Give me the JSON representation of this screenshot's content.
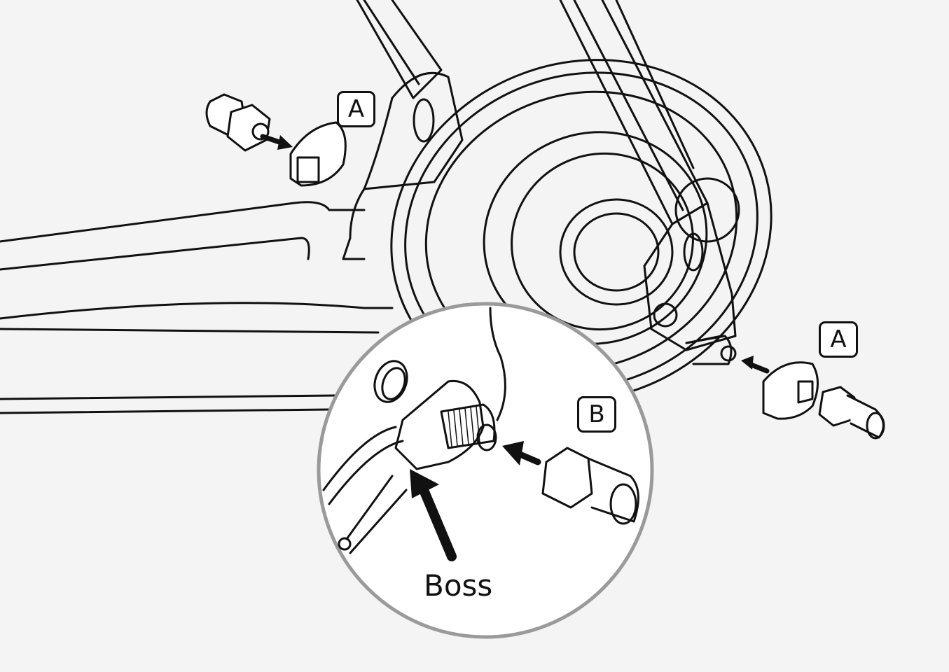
{
  "diagram": {
    "subject": "Bicycle rear hub axle fixing — non-turn washers and hub nuts",
    "background_color": "#f4f4f4",
    "line_color": "#111111",
    "magnifier_border_color": "#9a9a9a",
    "labels": {
      "a_left": "A",
      "a_right": "A",
      "b": "B",
      "boss": "Boss"
    },
    "parts": [
      {
        "id": "left-hub-nut",
        "label_ref": "a_left"
      },
      {
        "id": "left-non-turn-washer",
        "label_ref": "a_left"
      },
      {
        "id": "right-non-turn-washer",
        "label_ref": "a_right"
      },
      {
        "id": "right-hub-nut",
        "label_ref": "a_right"
      },
      {
        "id": "magnified-hub-nut",
        "label_ref": "b"
      },
      {
        "id": "frame-boss",
        "label_ref": "boss"
      }
    ]
  }
}
